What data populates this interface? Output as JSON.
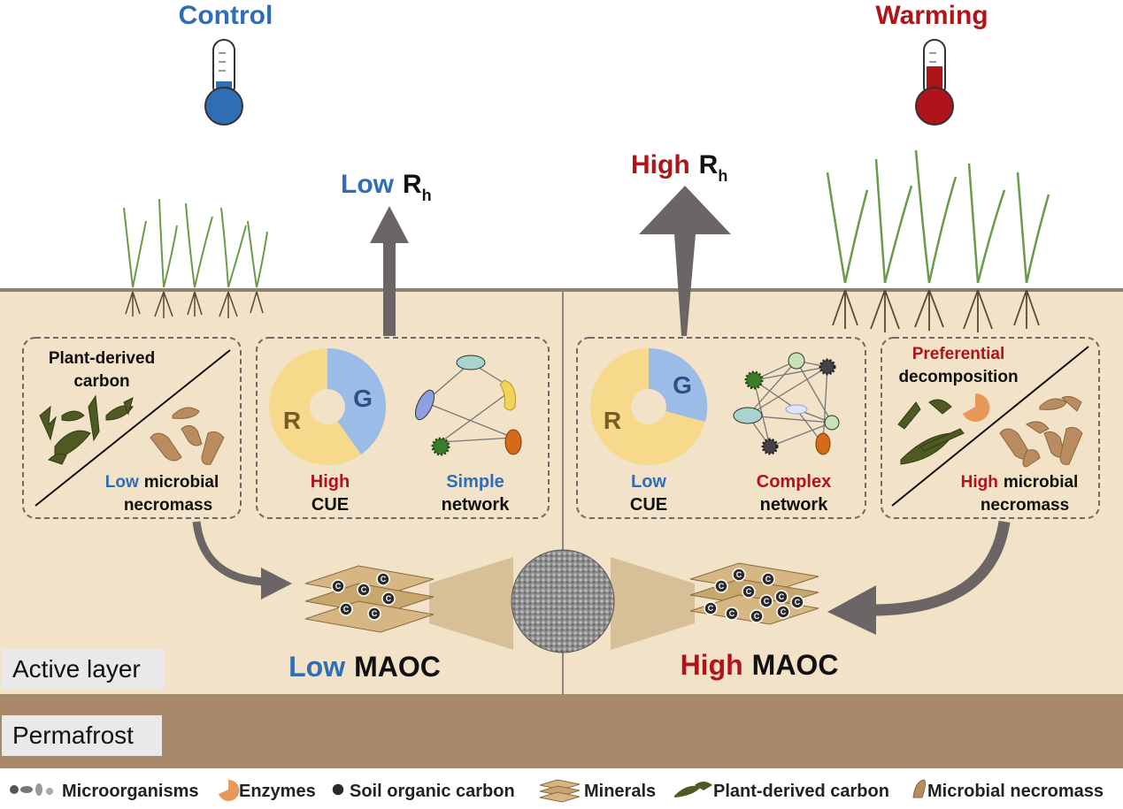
{
  "panels": {
    "control": {
      "title": "Control",
      "flux_level": "Low",
      "flux_symbol": "R",
      "flux_sub": "h",
      "left_box": {
        "top_text_1": "Plant-derived",
        "top_text_2": "carbon",
        "level": "Low",
        "bottom_text_1": "microbial",
        "bottom_text_2": "necromass"
      },
      "cue_box": {
        "level": "High",
        "label": "CUE",
        "pie_R": "R",
        "pie_G": "G",
        "network_level": "Simple",
        "network_label": "network"
      },
      "maoc_level": "Low",
      "maoc_label": "MAOC"
    },
    "warming": {
      "title": "Warming",
      "flux_level": "High",
      "flux_symbol": "R",
      "flux_sub": "h",
      "cue_box": {
        "level": "Low",
        "label": "CUE",
        "pie_R": "R",
        "pie_G": "G",
        "network_level": "Complex",
        "network_label": "network"
      },
      "right_box": {
        "top_text_1": "Preferential",
        "top_text_2": "decomposition",
        "level": "High",
        "bottom_text_1": "microbial",
        "bottom_text_2": "necromass"
      },
      "maoc_level": "High",
      "maoc_label": "MAOC"
    }
  },
  "layers": {
    "active": "Active layer",
    "permafrost": "Permafrost"
  },
  "soc_symbol": "C",
  "legend": [
    {
      "icon": "microorganisms-icon",
      "label": "Microorganisms"
    },
    {
      "icon": "enzymes-icon",
      "label": "Enzymes"
    },
    {
      "icon": "soil-organic-carbon-icon",
      "label": "Soil organic carbon"
    },
    {
      "icon": "minerals-icon",
      "label": "Minerals"
    },
    {
      "icon": "plant-derived-carbon-icon",
      "label": "Plant-derived carbon"
    },
    {
      "icon": "microbial-necromass-icon",
      "label": "Microbial necromass"
    }
  ],
  "colors": {
    "control_blue": "#2f6db5",
    "warming_red": "#b0141b",
    "soil": "#f1e2c8",
    "permafrost": "#a8896a",
    "pie_R": "#f6d98a",
    "pie_G": "#9bbce6",
    "arrow": "#6b6566"
  }
}
